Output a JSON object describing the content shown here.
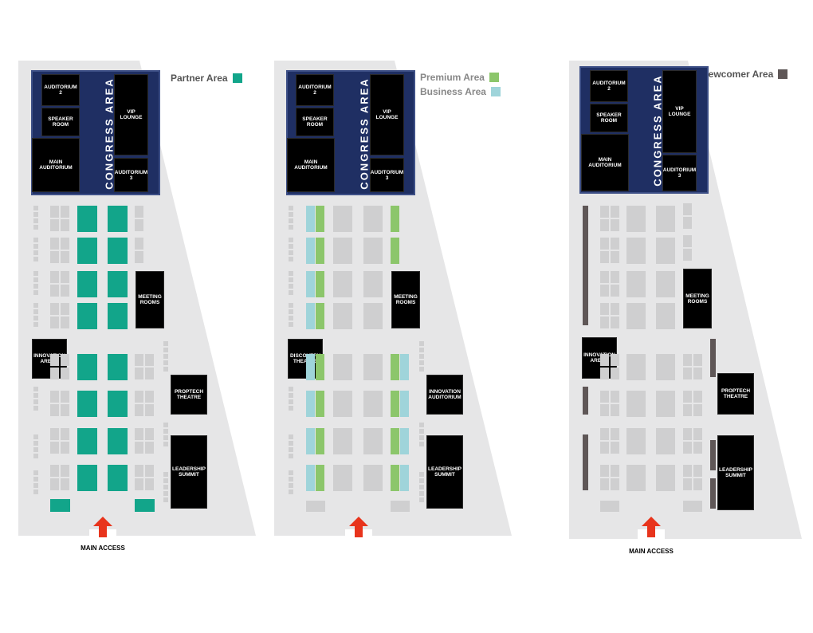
{
  "maps": [
    {
      "legend": [
        {
          "label": "Partner Area",
          "color": "#12a58a"
        }
      ],
      "congress_label": "CONGRESS AREA",
      "rooms": {
        "auditorium2": "AUDITORIUM 2",
        "speaker_room": "SPEAKER ROOM",
        "main_auditorium": "MAIN AUDITORIUM",
        "vip_lounge": "VIP LOUNGE",
        "auditorium3": "AUDITORIUM 3",
        "meeting_rooms": "MEETING ROOMS",
        "left_arena": "INNOVATION ARENA",
        "proptech": "PROPTECH THEATRE",
        "leadership": "LEADERSHIP SUMMIT"
      },
      "access_label": "MAIN ACCESS"
    },
    {
      "legend": [
        {
          "label": "Premium Area",
          "color": "#8cc66b"
        },
        {
          "label": "Business Area",
          "color": "#9fd4da"
        }
      ],
      "congress_label": "CONGRESS AREA",
      "rooms": {
        "auditorium2": "AUDITORIUM 2",
        "speaker_room": "SPEAKER ROOM",
        "main_auditorium": "MAIN AUDITORIUM",
        "vip_lounge": "VIP LOUNGE",
        "auditorium3": "AUDITORIUM 3",
        "meeting_rooms": "MEETING ROOMS",
        "left_arena": "DISCOVERY THEATRE",
        "proptech": "INNOVATION AUDITORIUM",
        "leadership": "LEADERSHIP SUMMIT"
      },
      "access_label": ""
    },
    {
      "legend": [
        {
          "label": "Newcomer Area",
          "color": "#5f5757"
        }
      ],
      "congress_label": "CONGRESS AREA",
      "rooms": {
        "auditorium2": "AUDITORIUM 2",
        "speaker_room": "SPEAKER ROOM",
        "main_auditorium": "MAIN AUDITORIUM",
        "vip_lounge": "VIP LOUNGE",
        "auditorium3": "AUDITORIUM 3",
        "meeting_rooms": "MEETING ROOMS",
        "left_arena": "INNOVATION ARENA",
        "proptech": "PROPTECH THEATRE",
        "leadership": "LEADERSHIP SUMMIT"
      },
      "access_label": "MAIN ACCESS"
    }
  ],
  "colors": {
    "floor": "#e6e6e7",
    "booth": "#cfcfd0",
    "congress": "#1f2f63",
    "arrow": "#e8341c",
    "partner": "#12a58a",
    "premium": "#8cc66b",
    "business": "#9fd4da",
    "newcomer": "#5f5757"
  }
}
